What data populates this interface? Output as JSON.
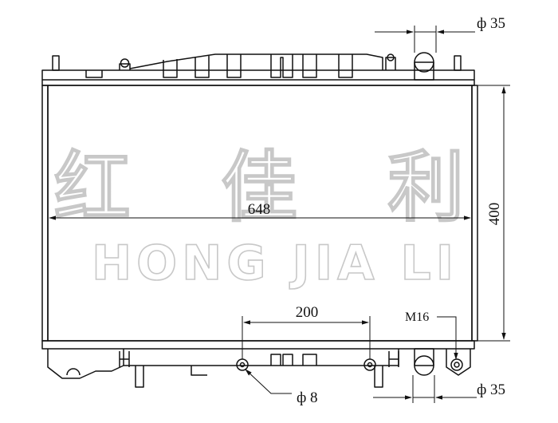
{
  "diagram": {
    "dimensions": {
      "width": "648",
      "height": "400",
      "bolt_spacing": "200",
      "inlet_top": "ф 35",
      "outlet_bottom": "ф 35",
      "bolt_hole": "ф 8",
      "drain_plug": "M16"
    },
    "watermark": {
      "chinese": "红 佳 利",
      "latin": "HONG JIA LI"
    },
    "colors": {
      "line": "#111111",
      "watermark": "#c8c8c8",
      "background": "#ffffff"
    }
  }
}
